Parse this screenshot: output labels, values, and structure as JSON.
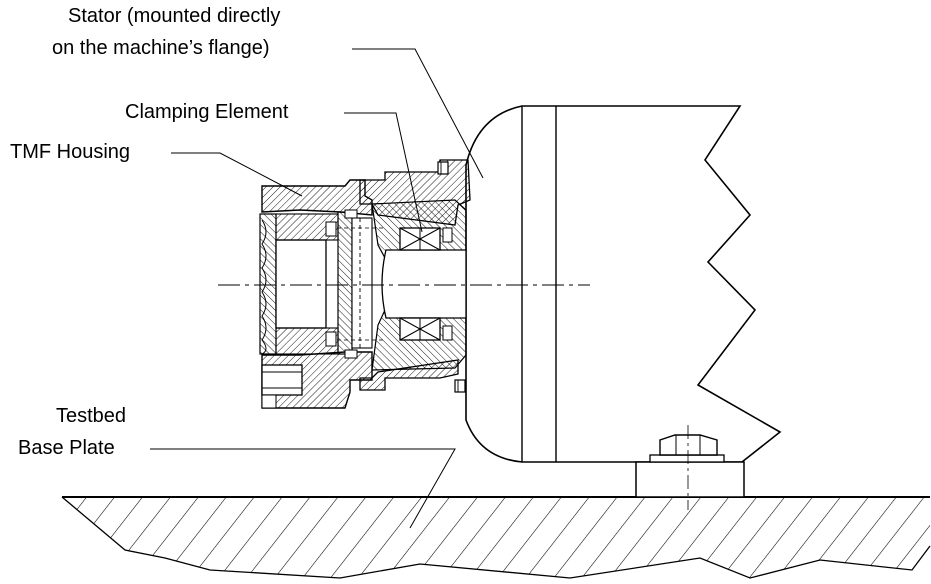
{
  "labels": {
    "stator_line1": "Stator (mounted directly",
    "stator_line2": "on the machine’s flange)",
    "clamping": "Clamping Element",
    "tmf": "TMF Housing",
    "testbed_line1": "Testbed",
    "testbed_line2": "Base Plate"
  },
  "colors": {
    "ink": "#000000",
    "paper": "#ffffff"
  }
}
